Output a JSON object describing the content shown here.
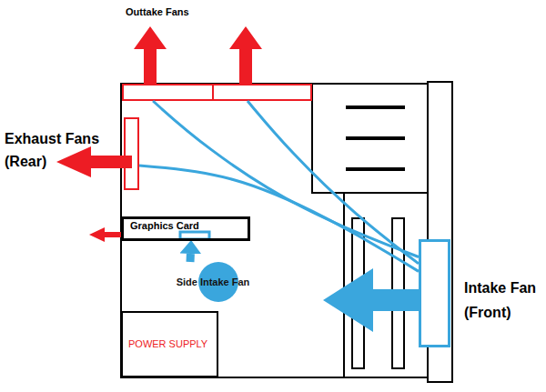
{
  "diagram": {
    "nodes": [
      {
        "text": [
          "Outtake Fans"
        ]
      },
      {
        "text": [
          "Exhaust Fans (Rear)"
        ]
      },
      {
        "text": [
          "Graphics Card"
        ]
      },
      {
        "text": [
          "Side Intake Fan"
        ]
      },
      {
        "text": [
          "Intake Fan (Front)"
        ]
      },
      {
        "text": [
          "POWER SUPPLY"
        ]
      }
    ],
    "edges": [
      {
        "from": 4,
        "to": 0,
        "arrow": "none"
      },
      {
        "from": 4,
        "to": 0,
        "arrow": "none"
      },
      {
        "from": 4,
        "to": 1,
        "arrow": "none"
      },
      {
        "from": 3,
        "to": 2,
        "arrow": "to"
      }
    ]
  }
}
